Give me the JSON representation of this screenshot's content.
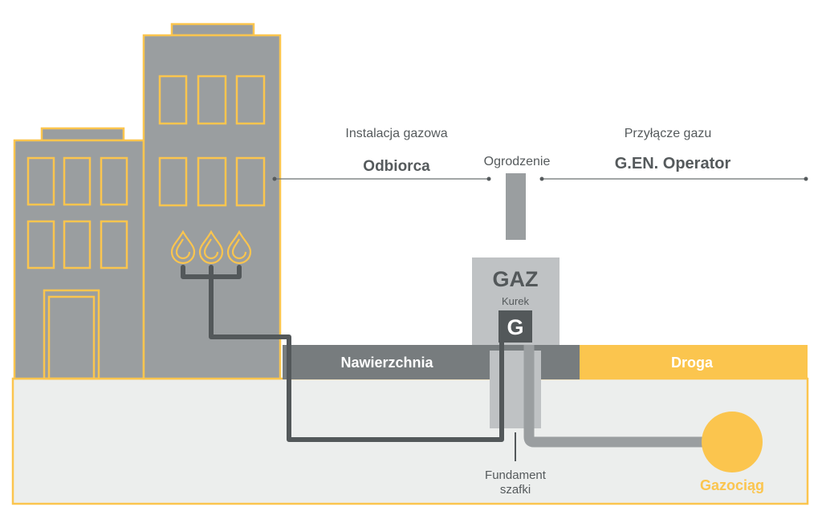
{
  "colors": {
    "building_fill": "#9a9ea0",
    "accent_yellow": "#fbc54e",
    "pipe_dark": "#53585a",
    "pipe_light": "#9a9ea0",
    "pavement": "#777c7e",
    "ground": "#eceeed",
    "cabinet": "#bfc2c4",
    "text": "#555a5c"
  },
  "labels": {
    "installation_caption": "Instalacja gazowa",
    "installation_owner": "Odbiorca",
    "fence": "Ogrodzenie",
    "connection_caption": "Przyłącze gazu",
    "connection_owner": "G.EN. Operator",
    "cabinet_title": "GAZ",
    "valve_caption": "Kurek",
    "valve_logo": "G",
    "pavement": "Nawierzchnia",
    "road": "Droga",
    "foundation_line1": "Fundament",
    "foundation_line2": "szafki",
    "pipeline": "Gazociąg"
  },
  "icons": {
    "burner": "gas-flame-icon",
    "valve": "g-logo-icon"
  }
}
